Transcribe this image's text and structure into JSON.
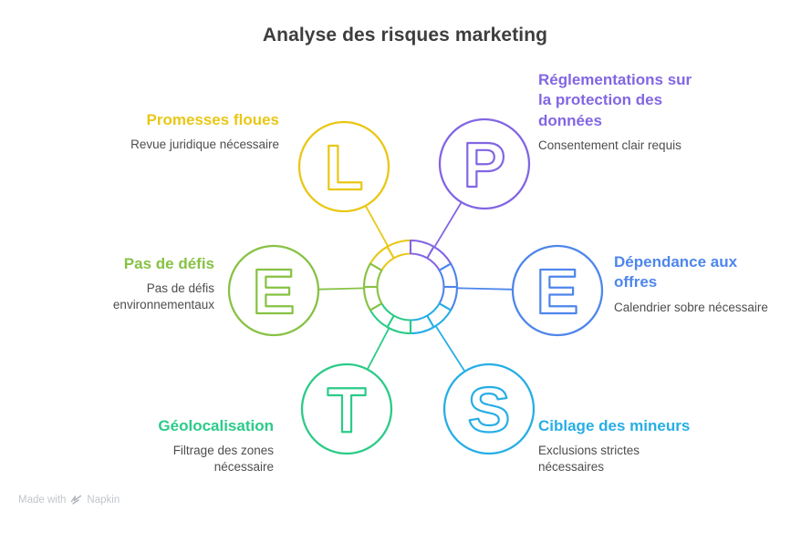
{
  "title": "Analyse des risques marketing",
  "watermark": {
    "prefix": "Made with",
    "brand": "Napkin"
  },
  "nodes": [
    {
      "id": "legal",
      "letter": "L",
      "color": "#e9c716",
      "heading": "Promesses floues",
      "sub": "Revue juridique nécessaire"
    },
    {
      "id": "political",
      "letter": "P",
      "color": "#8266e3",
      "heading": "Réglementations sur\nla protection des\ndonnées",
      "sub": "Consentement clair requis"
    },
    {
      "id": "environmental",
      "letter": "E",
      "color": "#87c244",
      "heading": "Pas de défis",
      "sub": "Pas de défis\nenvironnementaux"
    },
    {
      "id": "economic",
      "letter": "E",
      "color": "#4e86ec",
      "heading": "Dépendance aux\noffres",
      "sub": "Calendrier sobre nécessaire"
    },
    {
      "id": "technological",
      "letter": "T",
      "color": "#2bcb88",
      "heading": "Géolocalisation",
      "sub": "Filtrage des zones\nnécessaire"
    },
    {
      "id": "social",
      "letter": "S",
      "color": "#27aee5",
      "heading": "Ciblage des mineurs",
      "sub": "Exclusions strictes\nnécessaires"
    }
  ]
}
